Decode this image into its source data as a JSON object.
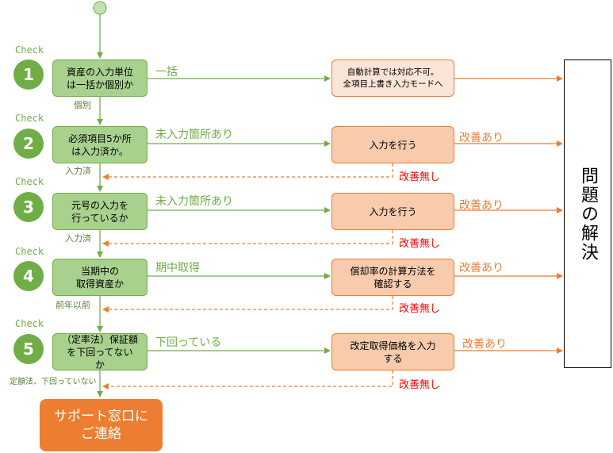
{
  "colors": {
    "green": "#70ad47",
    "green_fill": "#a9d18e",
    "orange": "#ed7d31",
    "orange_fill": "#f8cbad",
    "red": "#ff0000"
  },
  "check_label": "Check",
  "steps": [
    {
      "number": "1",
      "condition": "資産の入力単位\nは一括か個別か",
      "branch_label": "一括",
      "action": "自動計算では対応不可。\n全項目上書き入力モードへ",
      "next_label": "個別"
    },
    {
      "number": "2",
      "condition": "必須項目5か所\nは入力済か。",
      "branch_label": "未入力箇所あり",
      "action": "入力を行う",
      "improved_label": "改善あり",
      "not_improved_label": "改善無し",
      "next_label": "入力済"
    },
    {
      "number": "3",
      "condition": "元号の入力を\n行っているか",
      "branch_label": "未入力箇所あり",
      "action": "入力を行う",
      "improved_label": "改善あり",
      "not_improved_label": "改善無し",
      "next_label": "入力済"
    },
    {
      "number": "4",
      "condition": "当期中の\n取得資産か",
      "branch_label": "期中取得",
      "action": "償却率の計算方法を\n確認する",
      "improved_label": "改善あり",
      "not_improved_label": "改善無し",
      "next_label": "前年以前"
    },
    {
      "number": "5",
      "condition": "（定率法）保証額\nを下回ってない\nか",
      "branch_label": "下回っている",
      "action": "改定取得価格を入力\nする",
      "improved_label": "改善あり",
      "not_improved_label": "改善無し",
      "next_label": "定額法、下回っていない"
    }
  ],
  "result": "問題の解決",
  "support": "サポート窓口に\nご連絡"
}
